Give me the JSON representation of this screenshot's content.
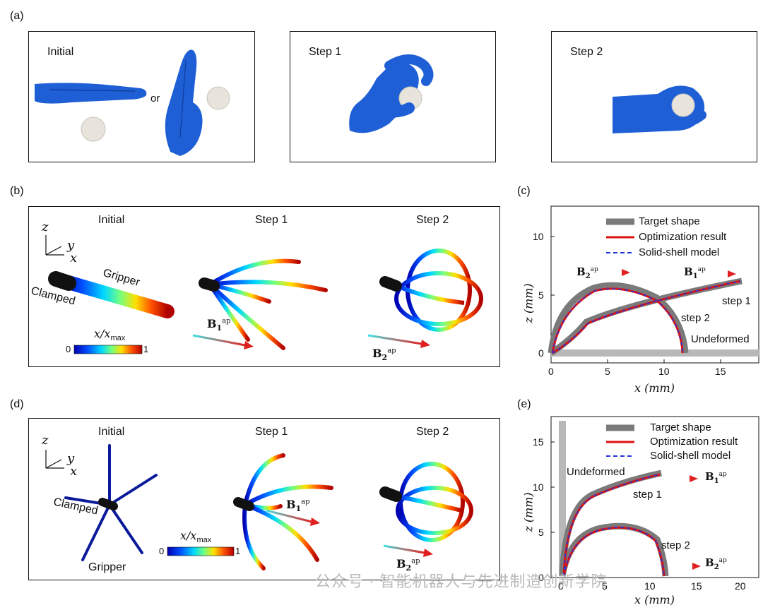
{
  "labels": {
    "a": "(a)",
    "b": "(b)",
    "c": "(c)",
    "d": "(d)",
    "e": "(e)"
  },
  "panel_a": {
    "box1": "Initial",
    "or": "or",
    "box2": "Step 1",
    "box3": "Step 2"
  },
  "panel_b": {
    "initial": "Initial",
    "step1": "Step 1",
    "step2": "Step 2",
    "gripper": "Gripper",
    "clamped": "Clamped",
    "axis_z": "z",
    "axis_y": "y",
    "axis_x": "x",
    "colorbar_label": "x/x",
    "colorbar_sub": "max",
    "cb_min": "0",
    "cb_max": "1",
    "field1": "B",
    "field1_sub": "1",
    "field1_sup": "ap",
    "field2": "B",
    "field2_sub": "2",
    "field2_sup": "ap"
  },
  "panel_c": {
    "legend": [
      "Target shape",
      "Optimization result",
      "Solid-shell model"
    ],
    "xlabel": "x (mm)",
    "ylabel": "z (mm)",
    "xticks": [
      "0",
      "5",
      "10",
      "15"
    ],
    "yticks": [
      "0",
      "5",
      "10"
    ],
    "step1": "step 1",
    "step2": "step 2",
    "undeformed": "Undeformed",
    "b2": "B",
    "b2_sub": "2",
    "b2_sup": "ap",
    "b1": "B",
    "b1_sub": "1",
    "b1_sup": "ap"
  },
  "panel_d": {
    "initial": "Initial",
    "step1": "Step 1",
    "step2": "Step 2",
    "gripper": "Gripper",
    "clamped": "Clamped",
    "axis_z": "z",
    "axis_y": "y",
    "axis_x": "x",
    "colorbar_label": "x/x",
    "colorbar_sub": "max",
    "cb_min": "0",
    "cb_max": "1",
    "field1": "B",
    "field1_sub": "1",
    "field1_sup": "ap",
    "field2": "B",
    "field2_sub": "2",
    "field2_sup": "ap"
  },
  "panel_e": {
    "legend": [
      "Target shape",
      "Optimization result",
      "Solid-shell model"
    ],
    "xlabel": "x (mm)",
    "ylabel": "z (mm)",
    "xticks": [
      "0",
      "5",
      "10",
      "15",
      "20"
    ],
    "yticks": [
      "0",
      "5",
      "10",
      "15"
    ],
    "step1": "step 1",
    "step2": "step 2",
    "undeformed": "Undeformed",
    "b1": "B",
    "b1_sub": "1",
    "b1_sup": "ap",
    "b2": "B",
    "b2_sub": "2",
    "b2_sup": "ap"
  },
  "watermark": "公众号 · 智能机器人与先进制造创新学院",
  "colors": {
    "target": "#7a7a7a",
    "opt": "#e01010",
    "solid": "#2233dd",
    "glove": "#1f5fd6",
    "ball": "#e8e4dc"
  }
}
